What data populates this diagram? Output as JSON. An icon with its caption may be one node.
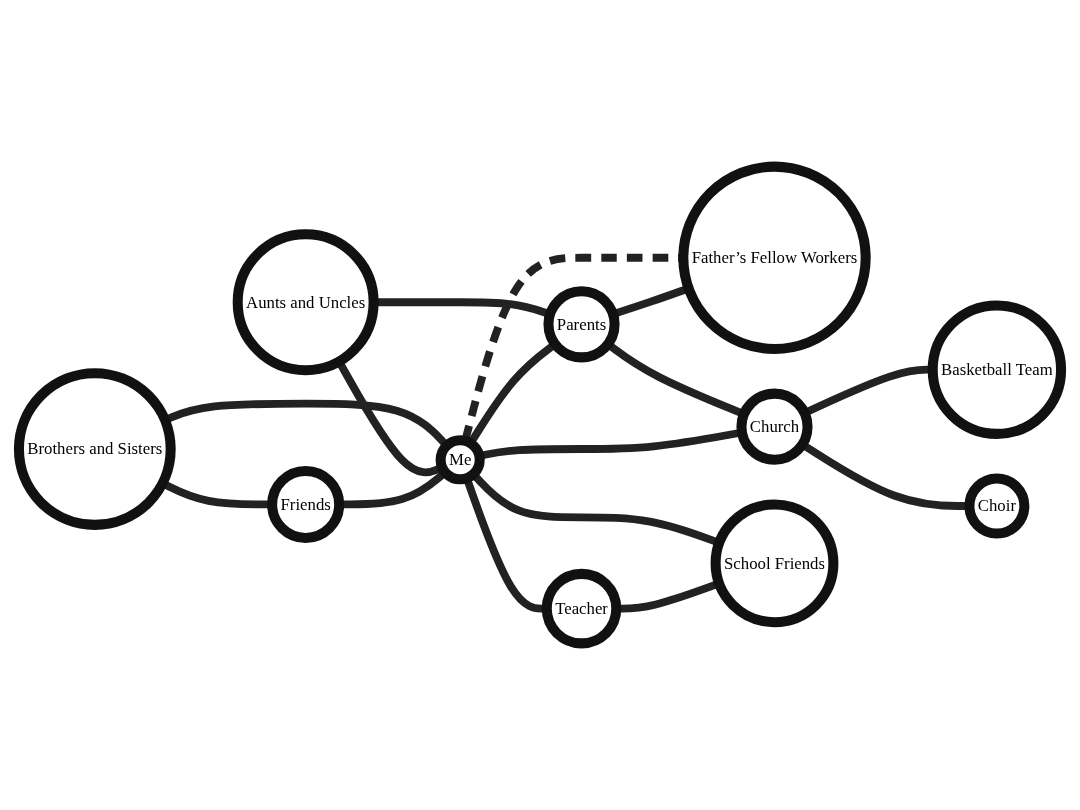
{
  "diagram": {
    "nodes": [
      {
        "text": [
          "Father’s Fellow Workers"
        ]
      },
      {
        "text": [
          "Aunts and Uncles"
        ]
      },
      {
        "text": [
          "Brothers and Sisters"
        ]
      },
      {
        "text": [
          "Parents"
        ]
      },
      {
        "text": [
          "Basketball Team"
        ]
      },
      {
        "text": [
          "Friends"
        ]
      },
      {
        "text": [
          "Me"
        ]
      },
      {
        "text": [
          "Church"
        ]
      },
      {
        "text": [
          "Choir"
        ]
      },
      {
        "text": [
          "Teacher"
        ]
      },
      {
        "text": [
          "School Friends"
        ]
      }
    ],
    "edges": [
      {
        "from": 2,
        "to": 5,
        "arrow": "none"
      },
      {
        "from": 2,
        "to": 6,
        "arrow": "none"
      },
      {
        "from": 1,
        "to": 6,
        "arrow": "none"
      },
      {
        "from": 1,
        "to": 3,
        "arrow": "none"
      },
      {
        "from": 6,
        "to": 0,
        "arrow": "none",
        "style": "dashed"
      },
      {
        "from": 3,
        "to": 0,
        "arrow": "none"
      },
      {
        "from": 6,
        "to": 3,
        "arrow": "none"
      },
      {
        "from": 3,
        "to": 7,
        "arrow": "none"
      },
      {
        "from": 5,
        "to": 6,
        "arrow": "none"
      },
      {
        "from": 6,
        "to": 7,
        "arrow": "none"
      },
      {
        "from": 7,
        "to": 4,
        "arrow": "none"
      },
      {
        "from": 7,
        "to": 8,
        "arrow": "none"
      },
      {
        "from": 6,
        "to": 9,
        "arrow": "none"
      },
      {
        "from": 6,
        "to": 10,
        "arrow": "none"
      },
      {
        "from": 9,
        "to": 10,
        "arrow": "none"
      }
    ]
  }
}
